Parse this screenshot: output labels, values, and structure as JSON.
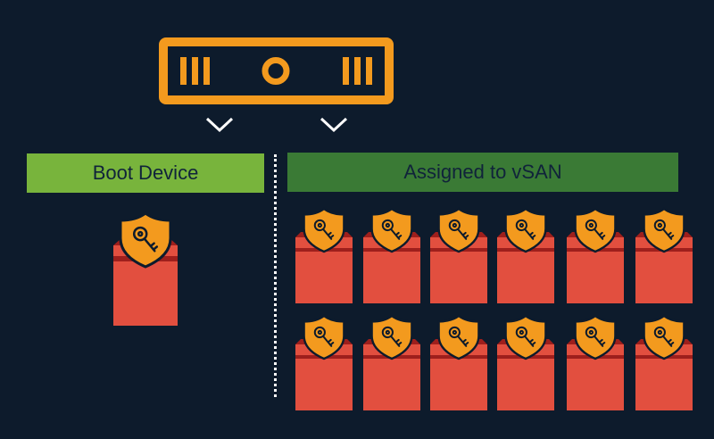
{
  "banners": {
    "boot_device": "Boot Device",
    "assigned_to_vsan": "Assigned to vSAN"
  },
  "icons": {
    "server": "server-icon",
    "chevron": "chevron-down-icon",
    "drive": "encrypted-drive-icon"
  },
  "colors": {
    "background": "#0d1b2c",
    "server_orange": "#f39a1e",
    "boot_banner": "#78b43c",
    "vsan_banner": "#3a7a35",
    "drive_red": "#e24f3f",
    "drive_dark": "#9e1f1c",
    "shield_orange": "#f39a1e"
  },
  "vsan_drive_grid": {
    "rows": 2,
    "columns": 6
  }
}
